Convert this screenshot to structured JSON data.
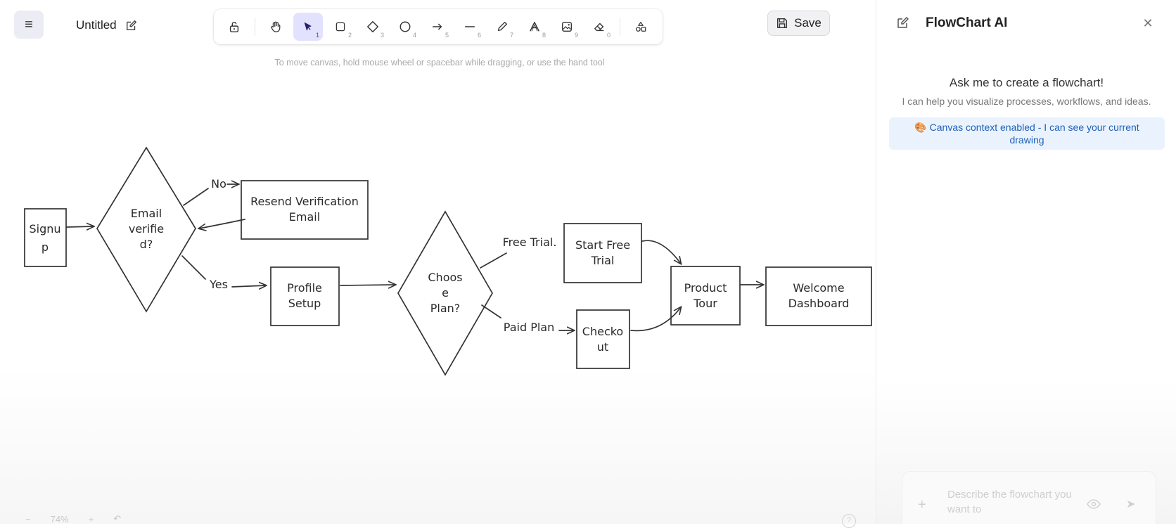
{
  "header": {
    "title": "Untitled",
    "save_label": "Save"
  },
  "toolbar": {
    "tools": [
      {
        "name": "lock",
        "icon": "lock-icon",
        "key": ""
      },
      {
        "name": "hand",
        "icon": "hand-icon",
        "key": ""
      },
      {
        "name": "selection",
        "icon": "pointer-icon",
        "key": "1",
        "active": true
      },
      {
        "name": "rectangle",
        "icon": "rectangle-icon",
        "key": "2"
      },
      {
        "name": "diamond",
        "icon": "diamond-icon",
        "key": "3"
      },
      {
        "name": "ellipse",
        "icon": "ellipse-icon",
        "key": "4"
      },
      {
        "name": "arrow",
        "icon": "arrow-icon",
        "key": "5"
      },
      {
        "name": "line",
        "icon": "line-icon",
        "key": "6"
      },
      {
        "name": "draw",
        "icon": "pencil-icon",
        "key": "7"
      },
      {
        "name": "text",
        "icon": "text-icon",
        "key": "8"
      },
      {
        "name": "image",
        "icon": "image-icon",
        "key": "9"
      },
      {
        "name": "eraser",
        "icon": "eraser-icon",
        "key": "0"
      },
      {
        "name": "more-shapes",
        "icon": "shapes-icon",
        "key": ""
      }
    ],
    "hint": "To move canvas, hold mouse wheel or spacebar while dragging, or use the hand tool"
  },
  "flowchart": {
    "nodes": {
      "signup": [
        "Signu",
        "p"
      ],
      "email_verified": [
        "Email",
        "verifie",
        "d?"
      ],
      "resend": [
        "Resend Verification",
        "Email"
      ],
      "profile": [
        "Profile",
        "Setup"
      ],
      "choose_plan": [
        "Choos",
        "e",
        "Plan?"
      ],
      "start_trial": [
        "Start Free",
        "Trial"
      ],
      "checkout": [
        "Checko",
        "ut"
      ],
      "product_tour": [
        "Product",
        "Tour"
      ],
      "welcome": [
        "Welcome",
        "Dashboard"
      ]
    },
    "edge_labels": {
      "no": "No",
      "yes": "Yes",
      "free_trial": "Free Trial.",
      "paid_plan": "Paid Plan"
    }
  },
  "panel": {
    "title": "FlowChart AI",
    "heading": "Ask me to create a flowchart!",
    "subheading": "I can help you visualize processes, workflows, and ideas.",
    "context_line1": "🎨 Canvas context enabled - I can see your current",
    "context_line2": "drawing",
    "input_placeholder": "Describe the flowchart you want to"
  },
  "footer": {
    "zoom": "74%"
  },
  "colors": {
    "accent": "#e3e2fe",
    "context_bg": "#eaf3fd",
    "context_text": "#1e5fb8"
  }
}
